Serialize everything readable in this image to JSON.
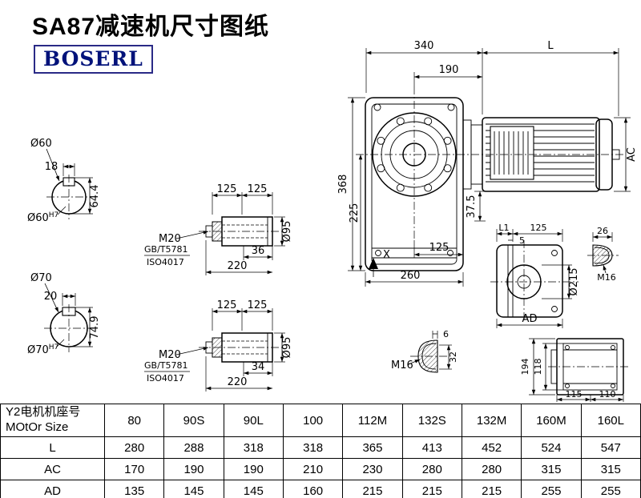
{
  "page": {
    "title": "SA87减速机尺寸图纸",
    "brand": "BOSERL"
  },
  "main_view": {
    "dim_top_width": "340",
    "dim_motor_length": "L",
    "dim_flange": "190",
    "dim_total_height": "368",
    "dim_center_height": "225",
    "dim_motor_dia": "AC",
    "dim_foot": "37.5",
    "dim_bottom_half": "125",
    "dim_bottom_width": "260",
    "marker_x": "X"
  },
  "bore60": {
    "label": "Ø60",
    "key_width": "18",
    "key_depth": "64.4",
    "bore": "Ø60",
    "tol": "H7"
  },
  "bore70": {
    "label": "Ø70",
    "key_width": "20",
    "key_depth": "74.9",
    "bore": "Ø70",
    "tol": "H7"
  },
  "shaft_a": {
    "dim_left": "125",
    "dim_right": "125",
    "bolt": "M20",
    "std1": "GB/T5781",
    "std2": "ISO4017",
    "dim_key": "36",
    "dim_total": "220",
    "dia": "Ø95"
  },
  "shaft_b": {
    "dim_left": "125",
    "dim_right": "125",
    "bolt": "M20",
    "std1": "GB/T5781",
    "std2": "ISO4017",
    "dim_key": "34",
    "dim_total": "220",
    "dia": "Ø95"
  },
  "side_view": {
    "dim_l1": "L1",
    "dim_125": "125",
    "dim_5": "5",
    "dia": "Ø215",
    "dim_ad": "AD",
    "dim_26": "26",
    "thread": "M16"
  },
  "end_view": {
    "dim_6": "6",
    "dim_32": "32",
    "thread": "M16"
  },
  "rear_view": {
    "dim_194": "194",
    "dim_118": "118",
    "dim_115": "115",
    "dim_110": "110"
  },
  "table": {
    "header_cn": "Y2电机机座号",
    "header_en": "MOtOr Size",
    "columns": [
      "80",
      "90S",
      "90L",
      "100",
      "112M",
      "132S",
      "132M",
      "160M",
      "160L"
    ],
    "rows": [
      {
        "label": "L",
        "values": [
          "280",
          "288",
          "318",
          "318",
          "365",
          "413",
          "452",
          "524",
          "547"
        ]
      },
      {
        "label": "AC",
        "values": [
          "170",
          "190",
          "190",
          "210",
          "230",
          "280",
          "280",
          "315",
          "315"
        ]
      },
      {
        "label": "AD",
        "values": [
          "135",
          "145",
          "145",
          "160",
          "215",
          "215",
          "215",
          "255",
          "255"
        ]
      }
    ]
  }
}
